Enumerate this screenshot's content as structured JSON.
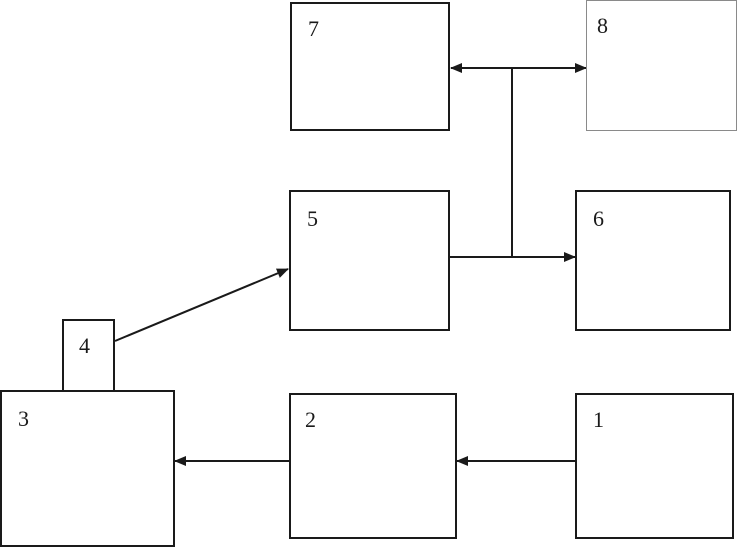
{
  "diagram": {
    "boxes": [
      {
        "id": "1",
        "label": "1"
      },
      {
        "id": "2",
        "label": "2"
      },
      {
        "id": "3",
        "label": "3"
      },
      {
        "id": "4",
        "label": "4"
      },
      {
        "id": "5",
        "label": "5"
      },
      {
        "id": "6",
        "label": "6"
      },
      {
        "id": "7",
        "label": "7"
      },
      {
        "id": "8",
        "label": "8"
      }
    ],
    "connections": [
      {
        "from": "1",
        "to": "2",
        "type": "arrow"
      },
      {
        "from": "2",
        "to": "3",
        "type": "arrow"
      },
      {
        "from": "4",
        "to": "5",
        "type": "arrow"
      },
      {
        "from": "5",
        "to": "6",
        "type": "arrow"
      },
      {
        "from": "5",
        "to": "7",
        "type": "arrow"
      },
      {
        "from": "5",
        "to": "8",
        "type": "arrow"
      }
    ],
    "colors": {
      "line": "#1a1a1a",
      "box8_border": "#8a8a8a",
      "background": "#ffffff"
    }
  }
}
